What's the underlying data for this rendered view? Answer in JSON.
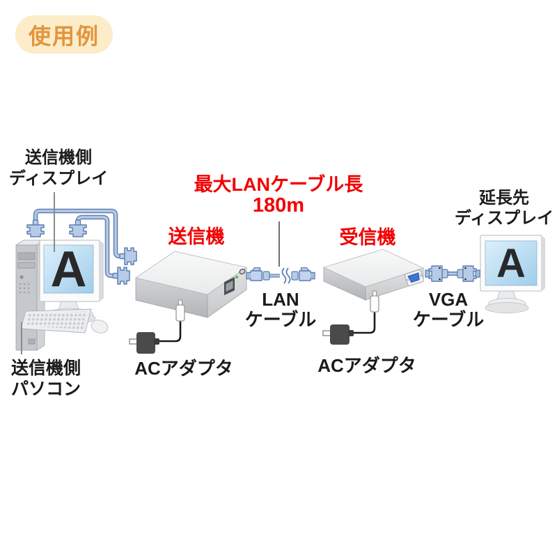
{
  "badge": {
    "label": "使用例"
  },
  "labels": {
    "tx_display": {
      "line1": "送信機側",
      "line2": "ディスプレイ"
    },
    "tx_pc": {
      "line1": "送信機側",
      "line2": "パソコン"
    },
    "transmitter": "送信機",
    "receiver": "受信機",
    "max_cable": {
      "line1": "最大LANケーブル長",
      "line2": "180m"
    },
    "lan_cable": {
      "line1": "LAN",
      "line2": "ケーブル"
    },
    "vga_cable": {
      "line1": "VGA",
      "line2": "ケーブル"
    },
    "ac_adapter_tx": "ACアダプタ",
    "ac_adapter_rx": "ACアダプタ",
    "ext_display": {
      "line1": "延長先",
      "line2": "ディスプレイ"
    }
  },
  "screens": {
    "tx_letter": "A",
    "rx_letter": "A"
  },
  "colors": {
    "accent_red": "#f20000",
    "badge_bg": "#fcecc9",
    "badge_text": "#e2953d",
    "cable_fill": "#b7cbe9",
    "cable_outline": "#5d7fae",
    "screen_blue": "#bcdcf2",
    "led_green": "#44c04a",
    "vga_port_blue": "#3a76d2",
    "adapter_dark": "#4a4a4a"
  }
}
